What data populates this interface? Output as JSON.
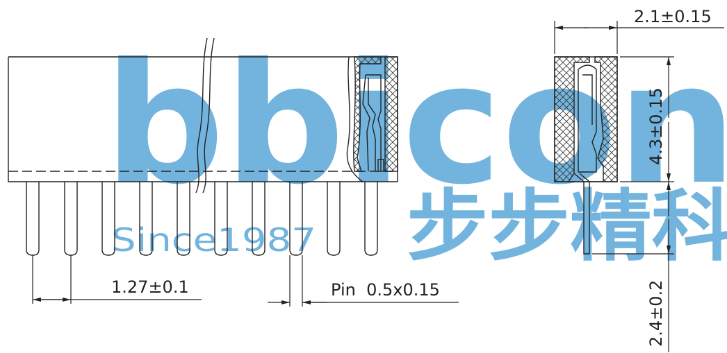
{
  "watermark": {
    "logo_text": "bbicon",
    "since_text": "Since1987",
    "chinese_text": "步步精科",
    "color": "#5aa7d8"
  },
  "dimensions": {
    "pitch": "1.27±0.1",
    "pin_size": "Pin  0.5x0.15",
    "width": "2.1±0.15",
    "body_height": "4.3±0.15",
    "pin_length": "2.4±0.2"
  },
  "colors": {
    "line": "#222222",
    "watermark": "#5aa7d8"
  }
}
